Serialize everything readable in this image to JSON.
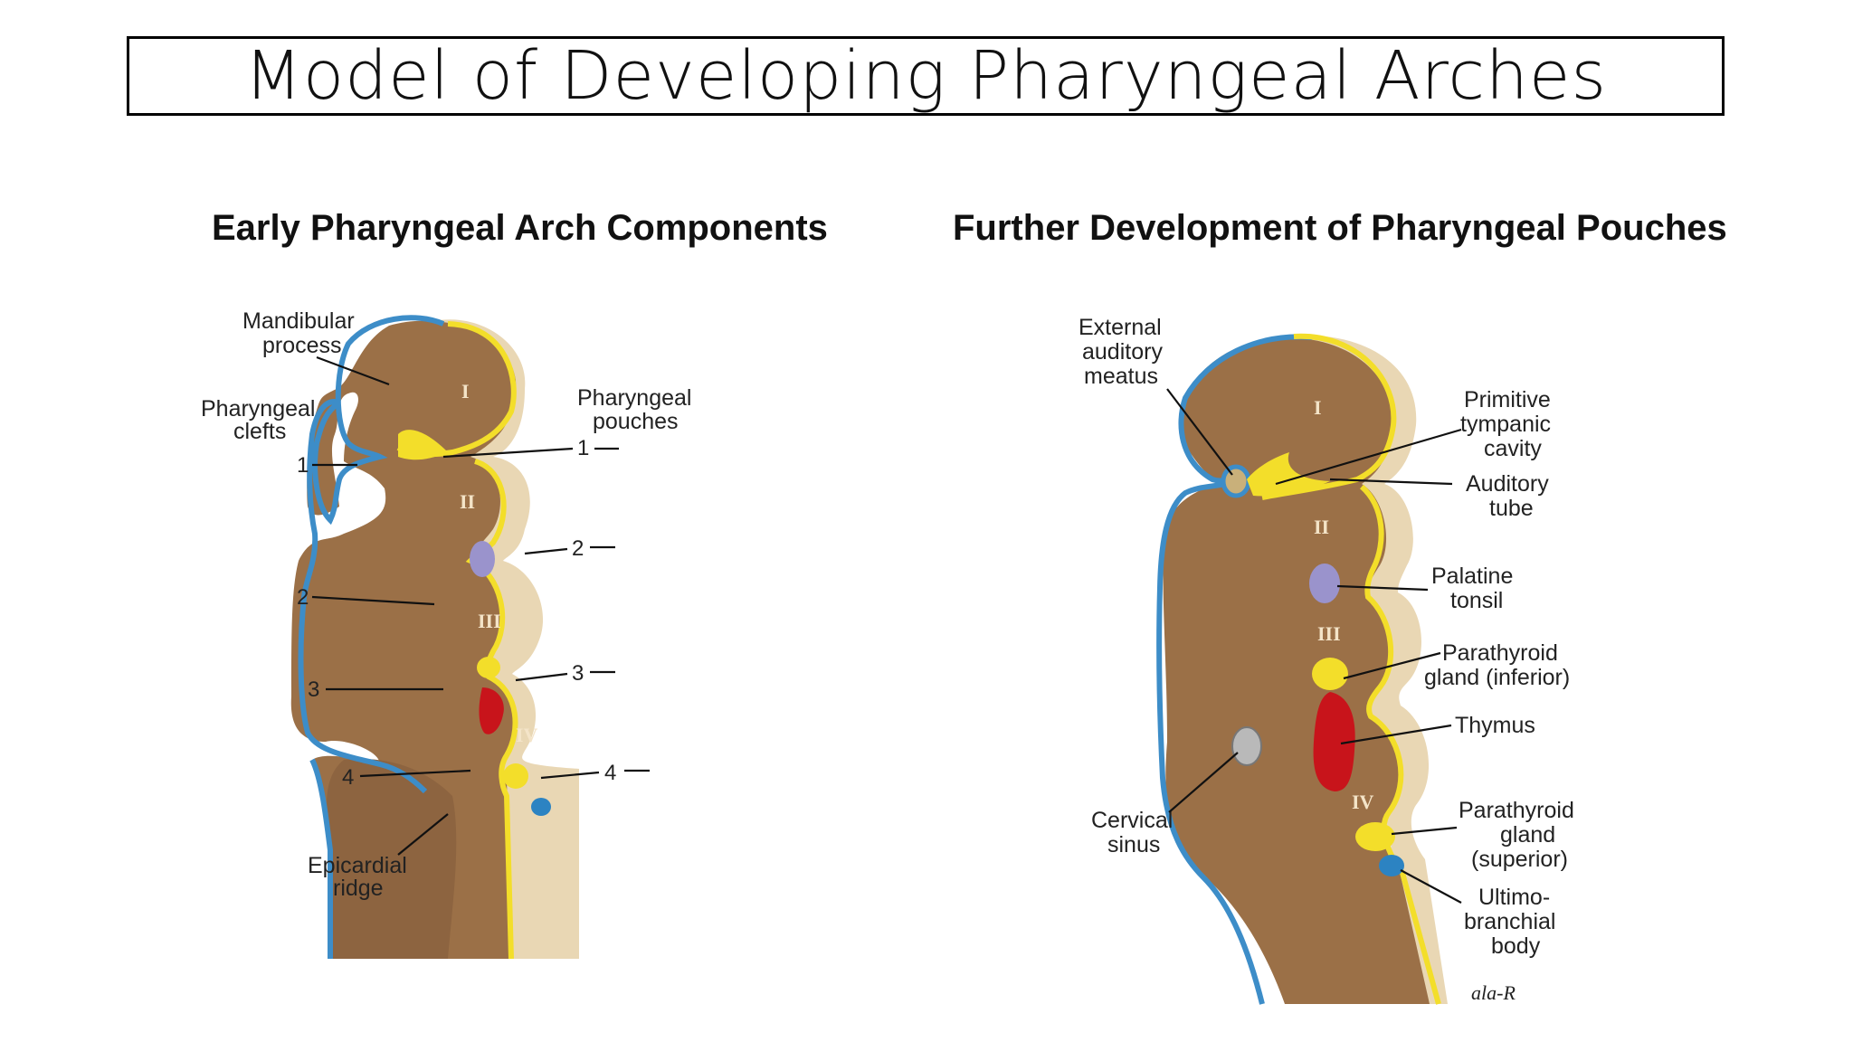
{
  "title": "Model of Developing Pharyngeal Arches",
  "left_panel": {
    "subtitle": "Early Pharyngeal Arch Components",
    "labels": {
      "mandibular_1": "Mandibular",
      "mandibular_2": "process",
      "clefts_1": "Pharyngeal",
      "clefts_2": "clefts",
      "pouches_1": "Pharyngeal",
      "pouches_2": "pouches",
      "epicardial_1": "Epicardial",
      "epicardial_2": "ridge"
    },
    "cleft_numbers": [
      "1",
      "2",
      "3",
      "4"
    ],
    "pouch_numbers": [
      "1",
      "2",
      "3",
      "4"
    ],
    "arches": [
      "I",
      "II",
      "III",
      "IV"
    ]
  },
  "right_panel": {
    "subtitle": "Further Development of Pharyngeal Pouches",
    "labels": {
      "eam_1": "External",
      "eam_2": "auditory",
      "eam_3": "meatus",
      "ptc_1": "Primitive",
      "ptc_2": "tympanic",
      "ptc_3": "cavity",
      "aud_1": "Auditory",
      "aud_2": "tube",
      "pal_1": "Palatine",
      "pal_2": "tonsil",
      "pti_1": "Parathyroid",
      "pti_2": "gland (inferior)",
      "thymus": "Thymus",
      "cerv_1": "Cervical",
      "cerv_2": "sinus",
      "pts_1": "Parathyroid",
      "pts_2": "gland",
      "pts_3": "(superior)",
      "ult_1": "Ultimo-",
      "ult_2": "branchial",
      "ult_3": "body",
      "signature": "ala-R"
    },
    "arches": [
      "I",
      "II",
      "III",
      "IV"
    ]
  },
  "colors": {
    "tissue": "#9b7047",
    "ectoderm": "#3d8dc8",
    "endoderm": "#f3de2a",
    "side_face": "#e9d7b4",
    "tonsil": "#9a93cc",
    "thymus": "#c8141b",
    "ultimobranchial": "#2c83c2",
    "sinus": "#b9b9b9"
  }
}
